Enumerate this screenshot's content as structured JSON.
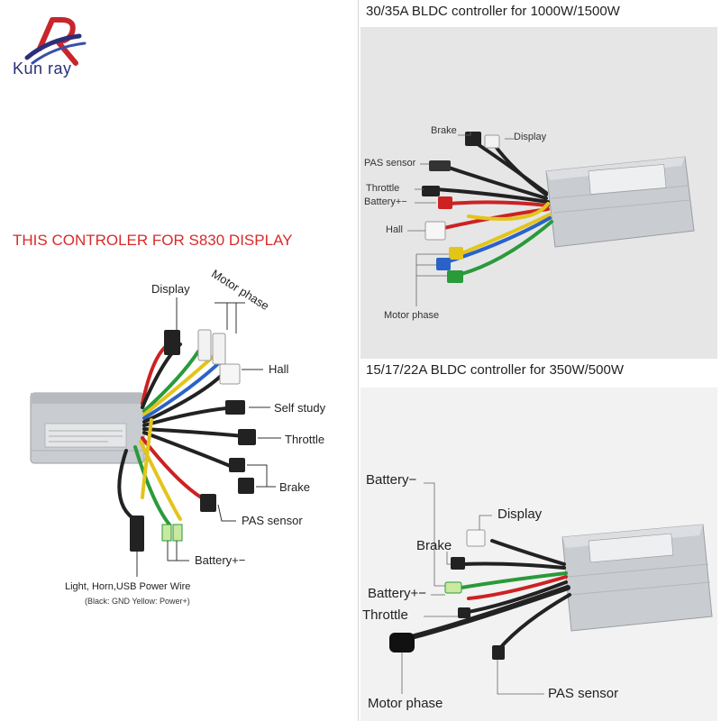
{
  "brand": {
    "name": "Kun ray"
  },
  "left_panel": {
    "title": "THIS CONTROLER FOR S830 DISPLAY",
    "labels": {
      "display": "Display",
      "motor_phase": "Motor phase",
      "hall": "Hall",
      "self_study": "Self study",
      "throttle": "Throttle",
      "brake": "Brake",
      "pas_sensor": "PAS sensor",
      "battery": "Battery+−",
      "light_wire": "Light, Horn,USB Power Wire",
      "light_note": "(Black: GND Yellow: Power+)"
    }
  },
  "top_right_panel": {
    "title": "30/35A BLDC controller for 1000W/1500W",
    "labels": {
      "brake": "Brake",
      "display": "Display",
      "pas_sensor": "PAS sensor",
      "throttle": "Throttle",
      "battery": "Battery+−",
      "hall": "Hall",
      "motor_phase": "Motor phase"
    }
  },
  "bottom_right_panel": {
    "title": "15/17/22A BLDC controller for 350W/500W",
    "labels": {
      "battery_minus": "Battery−",
      "display": "Display",
      "brake": "Brake",
      "battery": "Battery+−",
      "throttle": "Throttle",
      "motor_phase": "Motor phase",
      "pas_sensor": "PAS sensor"
    }
  },
  "colors": {
    "title_red": "#d92a2a",
    "brand_blue": "#2b2f7a",
    "brand_red": "#c8262c",
    "controller": "#c9ccd0"
  }
}
